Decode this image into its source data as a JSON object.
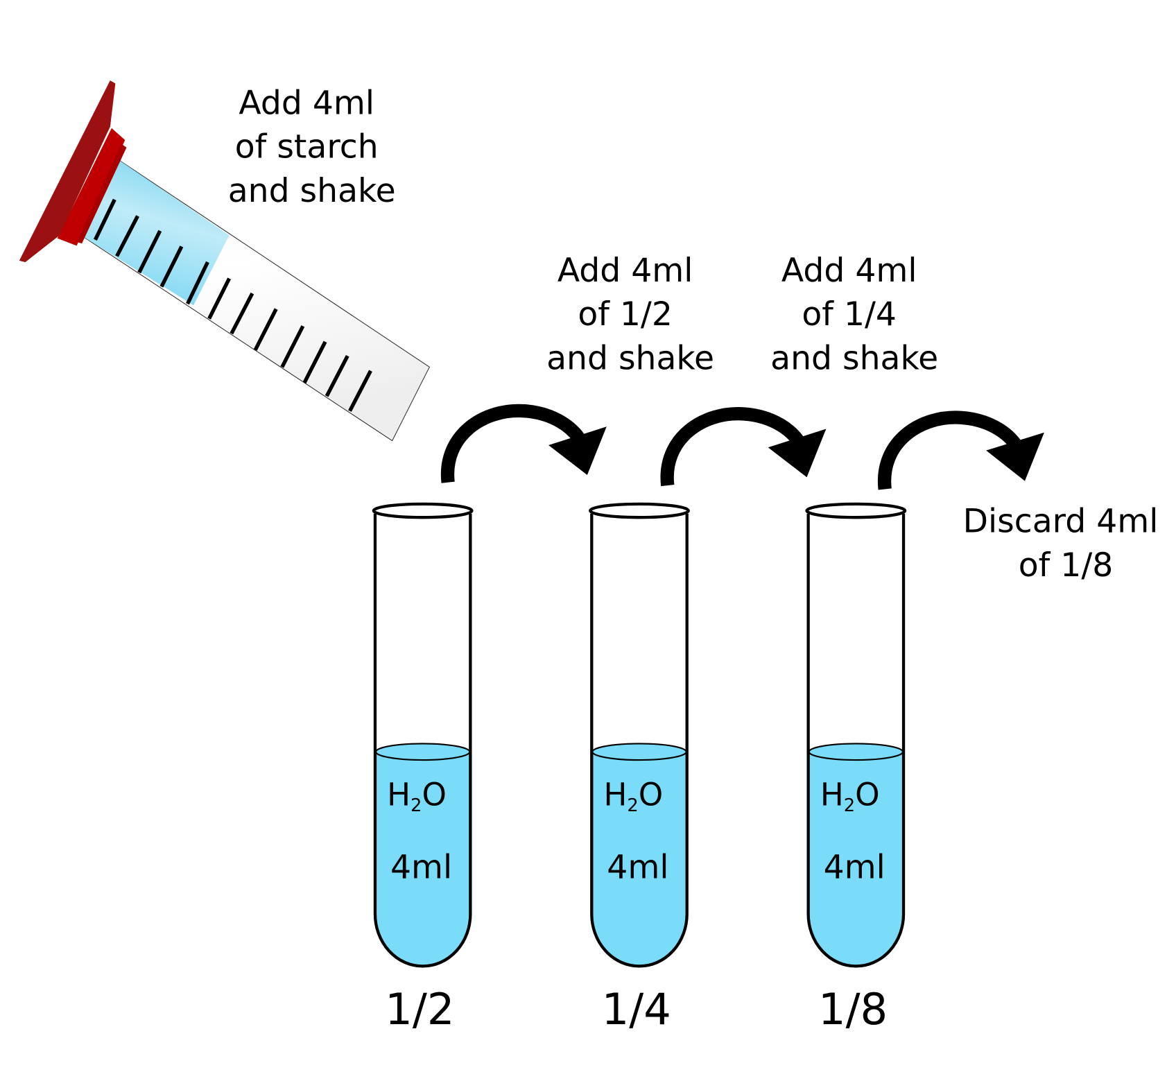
{
  "steps": {
    "starch": [
      "Add 4ml",
      "of starch",
      "and shake"
    ],
    "half": [
      "Add 4ml",
      "of 1/2",
      "and shake"
    ],
    "quarter": [
      "Add 4ml",
      "of 1/4",
      "and shake"
    ],
    "discard": [
      "Discard 4ml",
      "of 1/8"
    ]
  },
  "tubes": [
    {
      "water_main": "H",
      "water_sub": "2",
      "water_end": "O",
      "volume": "4ml",
      "dilution": "1/2"
    },
    {
      "water_main": "H",
      "water_sub": "2",
      "water_end": "O",
      "volume": "4ml",
      "dilution": "1/4"
    },
    {
      "water_main": "H",
      "water_sub": "2",
      "water_end": "O",
      "volume": "4ml",
      "dilution": "1/8"
    }
  ],
  "colors": {
    "liquid": "#7adcf8",
    "plunger": "#c00000",
    "plunger_dark": "#9b1010"
  }
}
